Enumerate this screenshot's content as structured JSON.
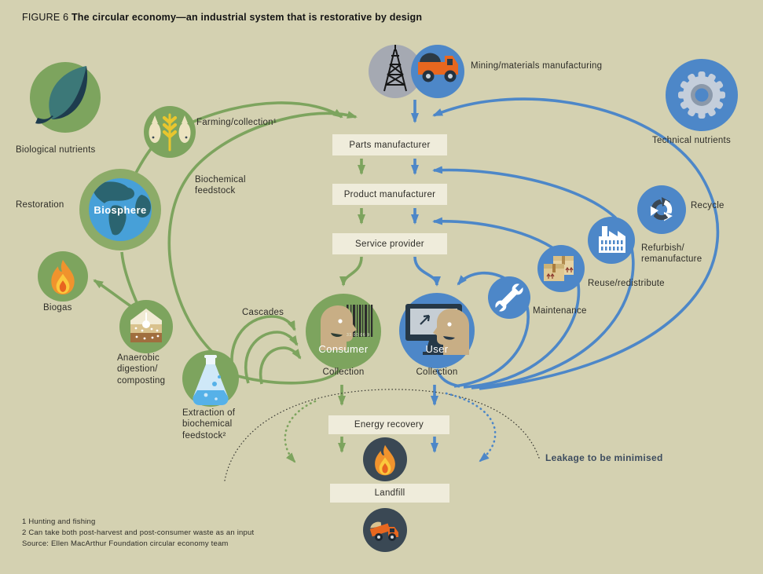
{
  "figure": {
    "label": "FIGURE 6",
    "title": "The circular economy—an industrial system that is restorative by design"
  },
  "colors": {
    "background": "#d4d1b1",
    "bio_green": "#7da45e",
    "tech_blue": "#4d87c8",
    "dark_slate": "#3a4854",
    "grey_circle": "#a5a9b2",
    "box_bg": "#efecdb",
    "text": "#2e2d28",
    "leakage_text": "#3d4c5f"
  },
  "bio_cycle": {
    "biological_nutrients": "Biological nutrients",
    "farming": "Farming/collection¹",
    "biochemical_feedstock": "Biochemical\nfeedstock",
    "restoration": "Restoration",
    "biosphere": "Biosphere",
    "biogas": "Biogas",
    "anaerobic": "Anaerobic\ndigestion/\ncomposting",
    "extraction": "Extraction of\nbiochemical\nfeedstock²",
    "cascades": "Cascades",
    "consumer": "Consumer",
    "collection": "Collection",
    "barcode_digits": "33 00 06 9"
  },
  "tech_cycle": {
    "technical_nutrients": "Technical nutrients",
    "recycle": "Recycle",
    "refurbish": "Refurbish/\nremanufacture",
    "reuse": "Reuse/redistribute",
    "maintenance": "Maintenance",
    "user": "User",
    "collection": "Collection"
  },
  "chain": {
    "mining": "Mining/materials manufacturing",
    "parts": "Parts manufacturer",
    "product": "Product manufacturer",
    "service": "Service provider",
    "energy": "Energy recovery",
    "landfill": "Landfill",
    "leakage": "Leakage to be minimised"
  },
  "footnotes": {
    "note1": "1 Hunting and fishing",
    "note2": "2 Can take both post-harvest and post-consumer waste as an input",
    "source": "Source: Ellen MacArthur Foundation circular economy team"
  },
  "icons": {
    "biological_nutrients": "leaf-icon",
    "farming": "wheat-fish-icon",
    "biosphere": "globe-icon",
    "biogas": "flame-icon",
    "anaerobic": "soil-icon",
    "extraction": "flask-icon",
    "consumer": "barcode-head-icon",
    "user": "monitor-head-icon",
    "mining": "oil-derrick-icon, mining-truck-icon",
    "technical_nutrients": "gear-icon",
    "recycle": "recycle-arrows-icon",
    "refurbish": "factory-icon",
    "reuse": "boxes-icon",
    "maintenance": "wrench-icon",
    "energy": "flame-icon",
    "landfill": "dump-truck-icon"
  }
}
